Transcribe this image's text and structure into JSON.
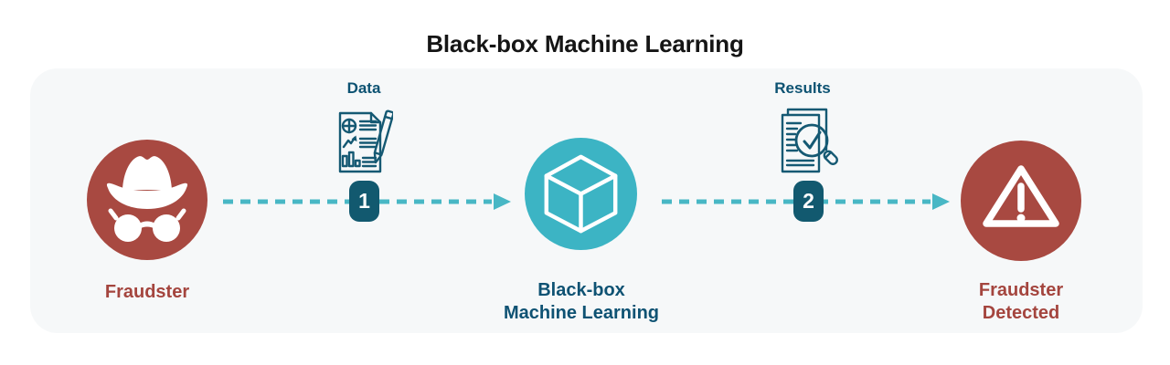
{
  "title": "Black-box Machine Learning",
  "flow": {
    "nodes": [
      {
        "id": "fraudster",
        "icon": "spy-icon",
        "lines": [
          "Fraudster"
        ]
      },
      {
        "id": "blackbox-ml",
        "icon": "cube-icon",
        "lines": [
          "Black-box",
          "Machine Learning"
        ]
      },
      {
        "id": "fraudster-detected",
        "icon": "warning-icon",
        "lines": [
          "Fraudster",
          "Detected"
        ]
      }
    ],
    "steps": [
      {
        "number": "1",
        "label": "Data",
        "icon": "data-document-icon"
      },
      {
        "number": "2",
        "label": "Results",
        "icon": "results-magnifier-icon"
      }
    ]
  },
  "colors": {
    "brand_red": "#A84941",
    "label_red": "#A4453E",
    "teal_circle": "#3CB4C4",
    "arrow_teal": "#48B7C5",
    "dark_teal_badge": "#12596F",
    "dark_teal_text": "#0C5272",
    "icon_stroke": "#155973",
    "panel_background": "#F6F8F9",
    "title_text": "#151515"
  }
}
